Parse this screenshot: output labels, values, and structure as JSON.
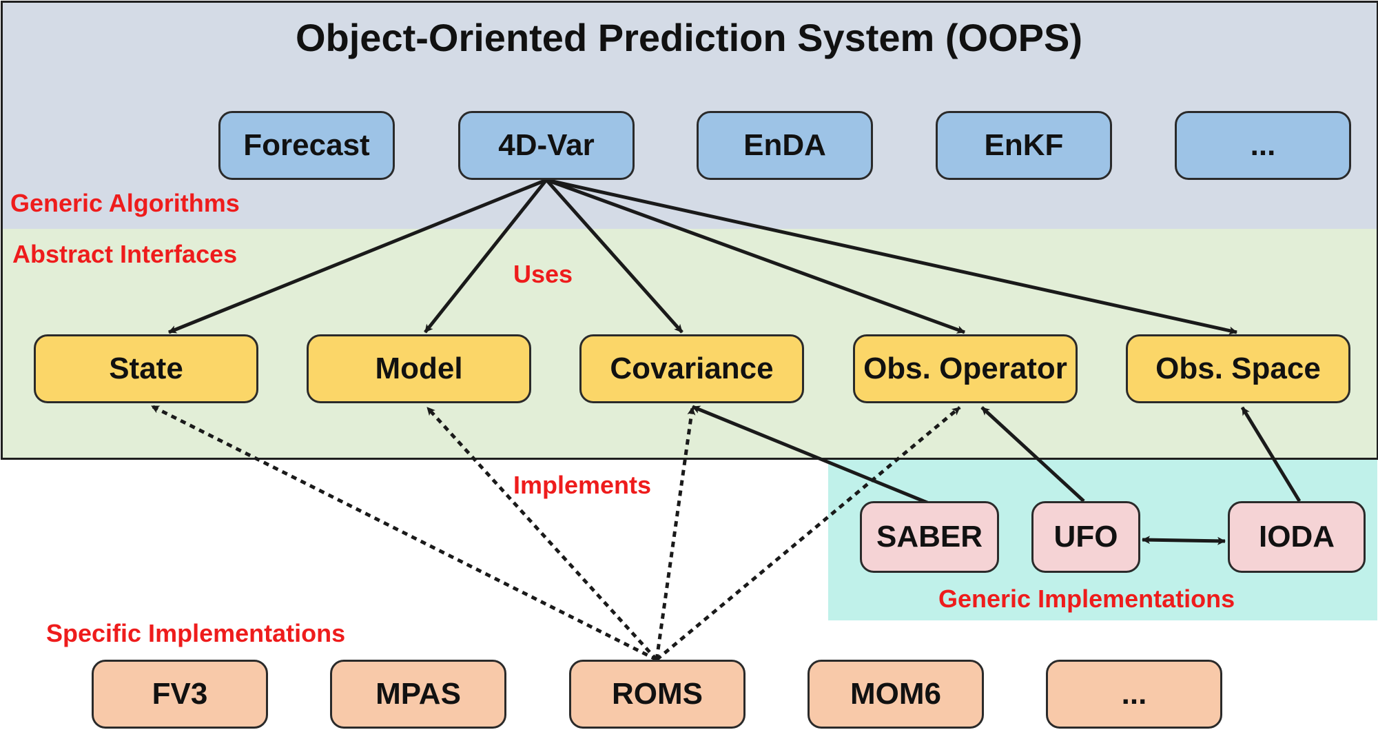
{
  "title": "Object-Oriented Prediction System (OOPS)",
  "layers": {
    "generic_algorithms": "Generic Algorithms",
    "abstract_interfaces": "Abstract Interfaces",
    "generic_implementations": "Generic Implementations",
    "specific_implementations": "Specific Implementations"
  },
  "relations": {
    "uses": "Uses",
    "implements": "Implements"
  },
  "algorithms": [
    "Forecast",
    "4D-Var",
    "EnDA",
    "EnKF",
    "..."
  ],
  "interfaces": [
    "State",
    "Model",
    "Covariance",
    "Obs. Operator",
    "Obs. Space"
  ],
  "generic_impls": [
    "SABER",
    "UFO",
    "IODA"
  ],
  "specific_impls": [
    "FV3",
    "MPAS",
    "ROMS",
    "MOM6",
    "..."
  ],
  "colors": {
    "algorithms_band": "#d4dbe6",
    "interfaces_band": "#e2eed7",
    "generic_band": "#c0f1ea",
    "algorithm_box": "#9dc3e6",
    "interface_box": "#fbd668",
    "generic_box": "#f5d3d5",
    "specific_box": "#f8c9a9",
    "label_red": "#ee1c1c"
  }
}
